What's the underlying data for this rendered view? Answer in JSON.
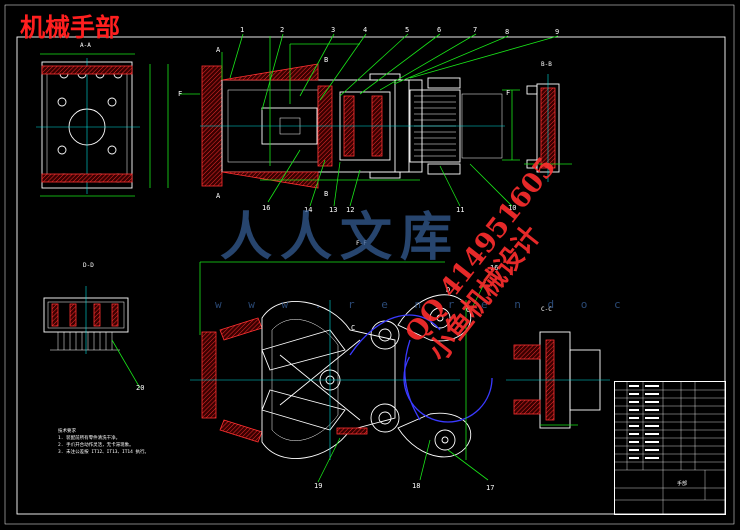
{
  "title": "机械手部",
  "watermark": {
    "logo": "人人文库",
    "url": "w w w . r e n r e n d o c",
    "qq_line": "QQ 414951605",
    "studio_line": "小鱼机械设计"
  },
  "part_labels": [
    "1",
    "2",
    "3",
    "4",
    "5",
    "6",
    "7",
    "8",
    "9",
    "11",
    "12",
    "13",
    "14",
    "16",
    "10",
    "15",
    "16",
    "17",
    "18",
    "19",
    "20"
  ],
  "view_labels": {
    "aa": "A-A",
    "bb": "B-B",
    "cc": "C-C",
    "dd": "D-D",
    "ff": "F-F"
  },
  "section_marks": {
    "a_top": "A",
    "a_bottom": "A",
    "b_top": "B",
    "b_bottom": "B",
    "f_left": "F",
    "f_right": "F",
    "c_left": "C",
    "c_right": "C",
    "d_mark": "D"
  },
  "notes": [
    "技术要求",
    "1. 装配前所有零件清洗干净。",
    "2. 手爪开合动作灵活，无卡滞现象。",
    "3. 未注公差按 IT12、IT13、IT14 执行。"
  ],
  "title_block": {
    "drawing_name": "手部"
  },
  "colors": {
    "background": "#000000",
    "outline": "#ffffff",
    "dimension": "#19e619",
    "section_hatch": "#ff3030",
    "motion_path": "#3a3aff",
    "title": "#ff1f1f"
  }
}
